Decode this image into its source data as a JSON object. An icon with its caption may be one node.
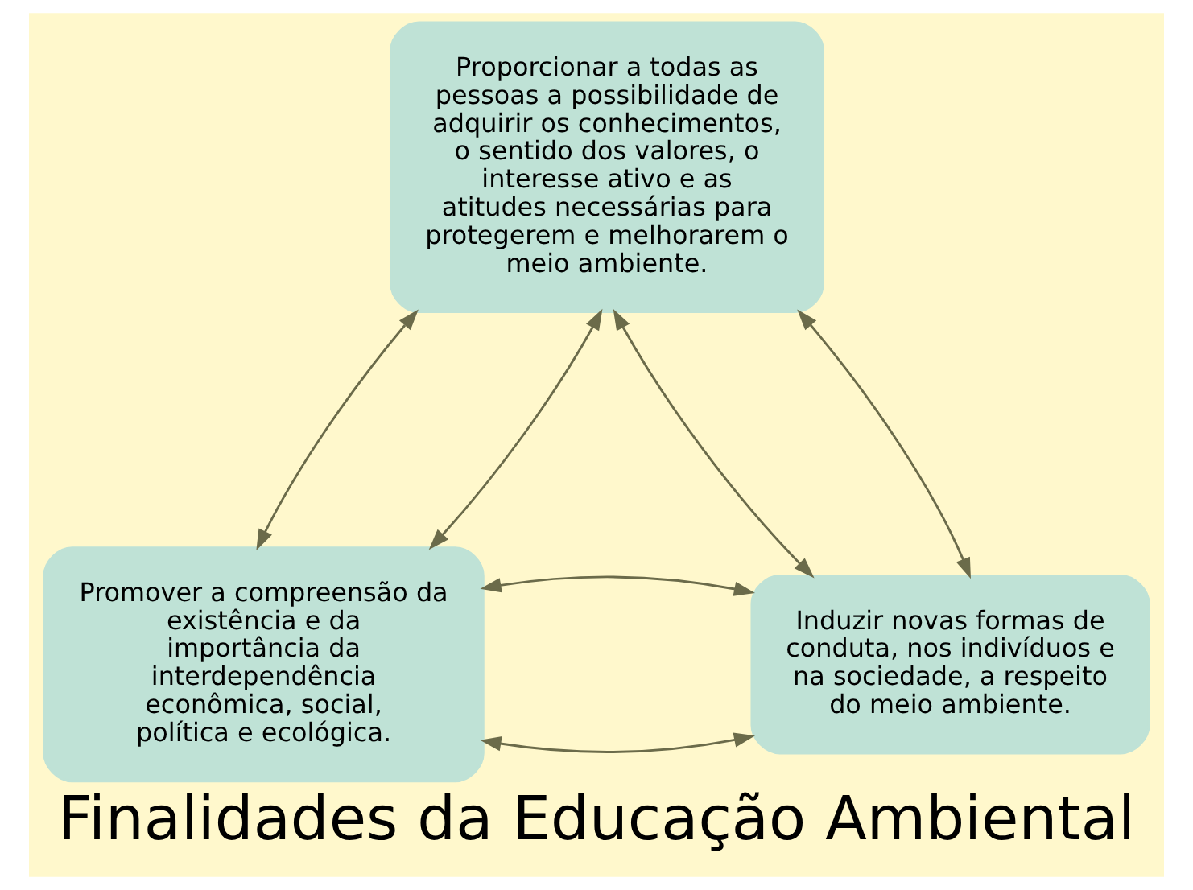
{
  "diagram": {
    "title": "Finalidades da Educação Ambiental",
    "nodes": [
      {
        "text": [
          "Proporcionar a todas as pessoas a possibilidade de adquirir os conhecimentos, o sentido dos valores, o interesse ativo e as atitudes necessárias para protegerem e melhorarem o meio ambiente."
        ]
      },
      {
        "text": [
          "Promover a compreensão da existência e da importância da interdependência econômica, social, política e ecológica."
        ]
      },
      {
        "text": [
          "Induzir novas formas de conduta, nos indivíduos e na sociedade, a respeito do meio ambiente."
        ]
      }
    ],
    "edges": [
      {
        "from": 0,
        "to": 1,
        "arrow": "both"
      },
      {
        "from": 0,
        "to": 1,
        "arrow": "both"
      },
      {
        "from": 0,
        "to": 2,
        "arrow": "both"
      },
      {
        "from": 0,
        "to": 2,
        "arrow": "both"
      },
      {
        "from": 1,
        "to": 2,
        "arrow": "both"
      },
      {
        "from": 1,
        "to": 2,
        "arrow": "both"
      }
    ]
  }
}
